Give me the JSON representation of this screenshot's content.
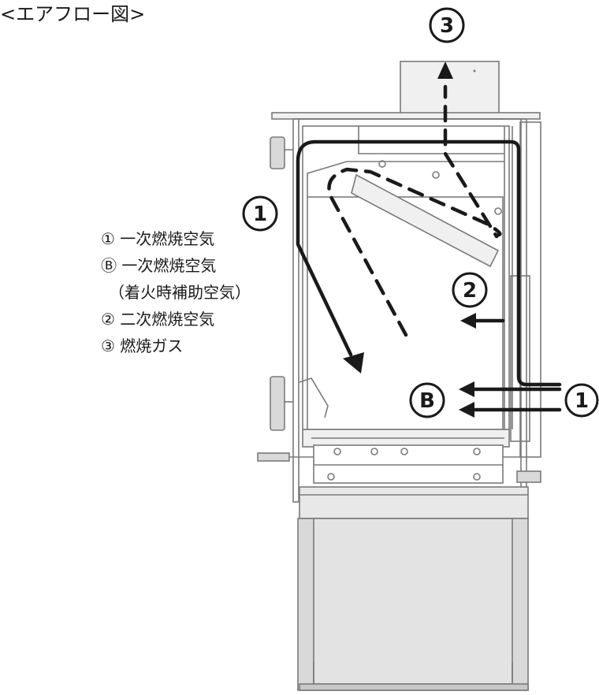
{
  "title": "<エアフロー図>",
  "legend": [
    "① 一次燃焼空気",
    "Ⓑ 一次燃焼空気",
    "（着火時補助空気）",
    "② 二次燃焼空気",
    "③ 燃焼ガス"
  ],
  "markers": {
    "top": "3",
    "left": "1",
    "middle": "2",
    "bottom_b": "B",
    "bottom_right": "1"
  },
  "colors": {
    "line": "#1a1a1a",
    "stove_outline": "#7a7a7a",
    "stove_fill": "#f0f0f0",
    "stove_fill_dark": "#d9d9d9"
  }
}
